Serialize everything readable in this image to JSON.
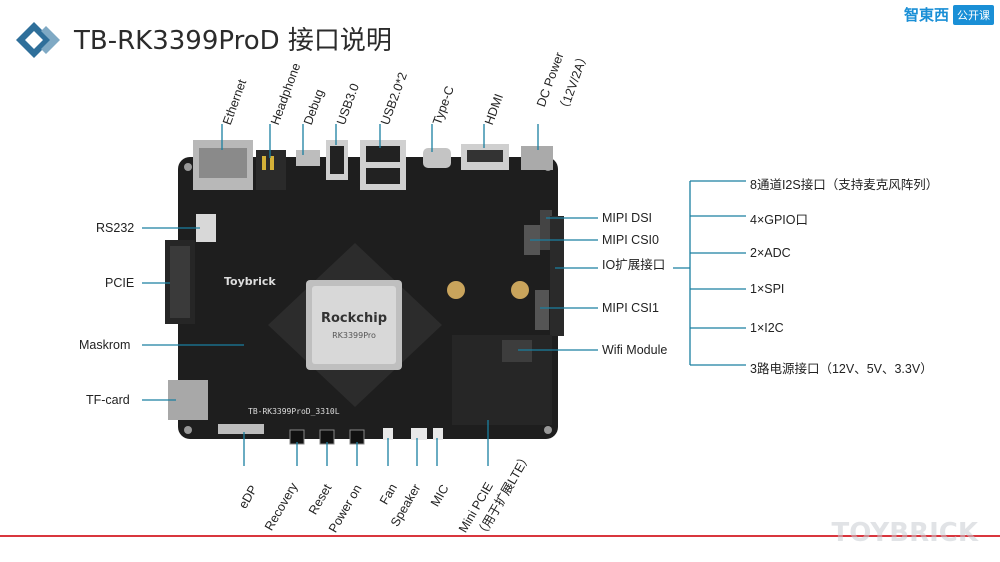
{
  "header": {
    "title": "TB-RK3399ProD 接口说明",
    "brand_name": "智東西",
    "brand_tag": "公开课"
  },
  "board": {
    "chip_brand": "Rockchip",
    "chip_model": "RK3399Pro",
    "silk_model": "TB-RK3399ProD_3310L",
    "silk_brand": "Toybrick"
  },
  "labels": {
    "top": [
      "Ethernet",
      "Headphone",
      "Debug",
      "USB3.0",
      "USB2.0*2",
      "Type-C",
      "HDMI",
      "DC Power",
      "（12V/2A）"
    ],
    "left": [
      "RS232",
      "PCIE",
      "Maskrom",
      "TF-card"
    ],
    "right": [
      "MIPI DSI",
      "MIPI CSI0",
      "IO扩展接口",
      "MIPI CSI1",
      "Wifi Module"
    ],
    "io_list": [
      "8通道I2S接口（支持麦克风阵列）",
      "4×GPIO口",
      "2×ADC",
      "1×SPI",
      "1×I2C",
      "3路电源接口（12V、5V、3.3V）"
    ],
    "bottom": [
      "eDP",
      "Recovery",
      "Reset",
      "Power on",
      "Fan",
      "Speaker",
      "MIC",
      "Mini PCIE",
      "（用于扩展LTE）"
    ]
  },
  "colors": {
    "accent": "#1a7fa0",
    "brand": "#1a8fd6",
    "rule": "#d9363e",
    "pcb": "#1e1e1e"
  },
  "watermark": "TOYBRICK"
}
